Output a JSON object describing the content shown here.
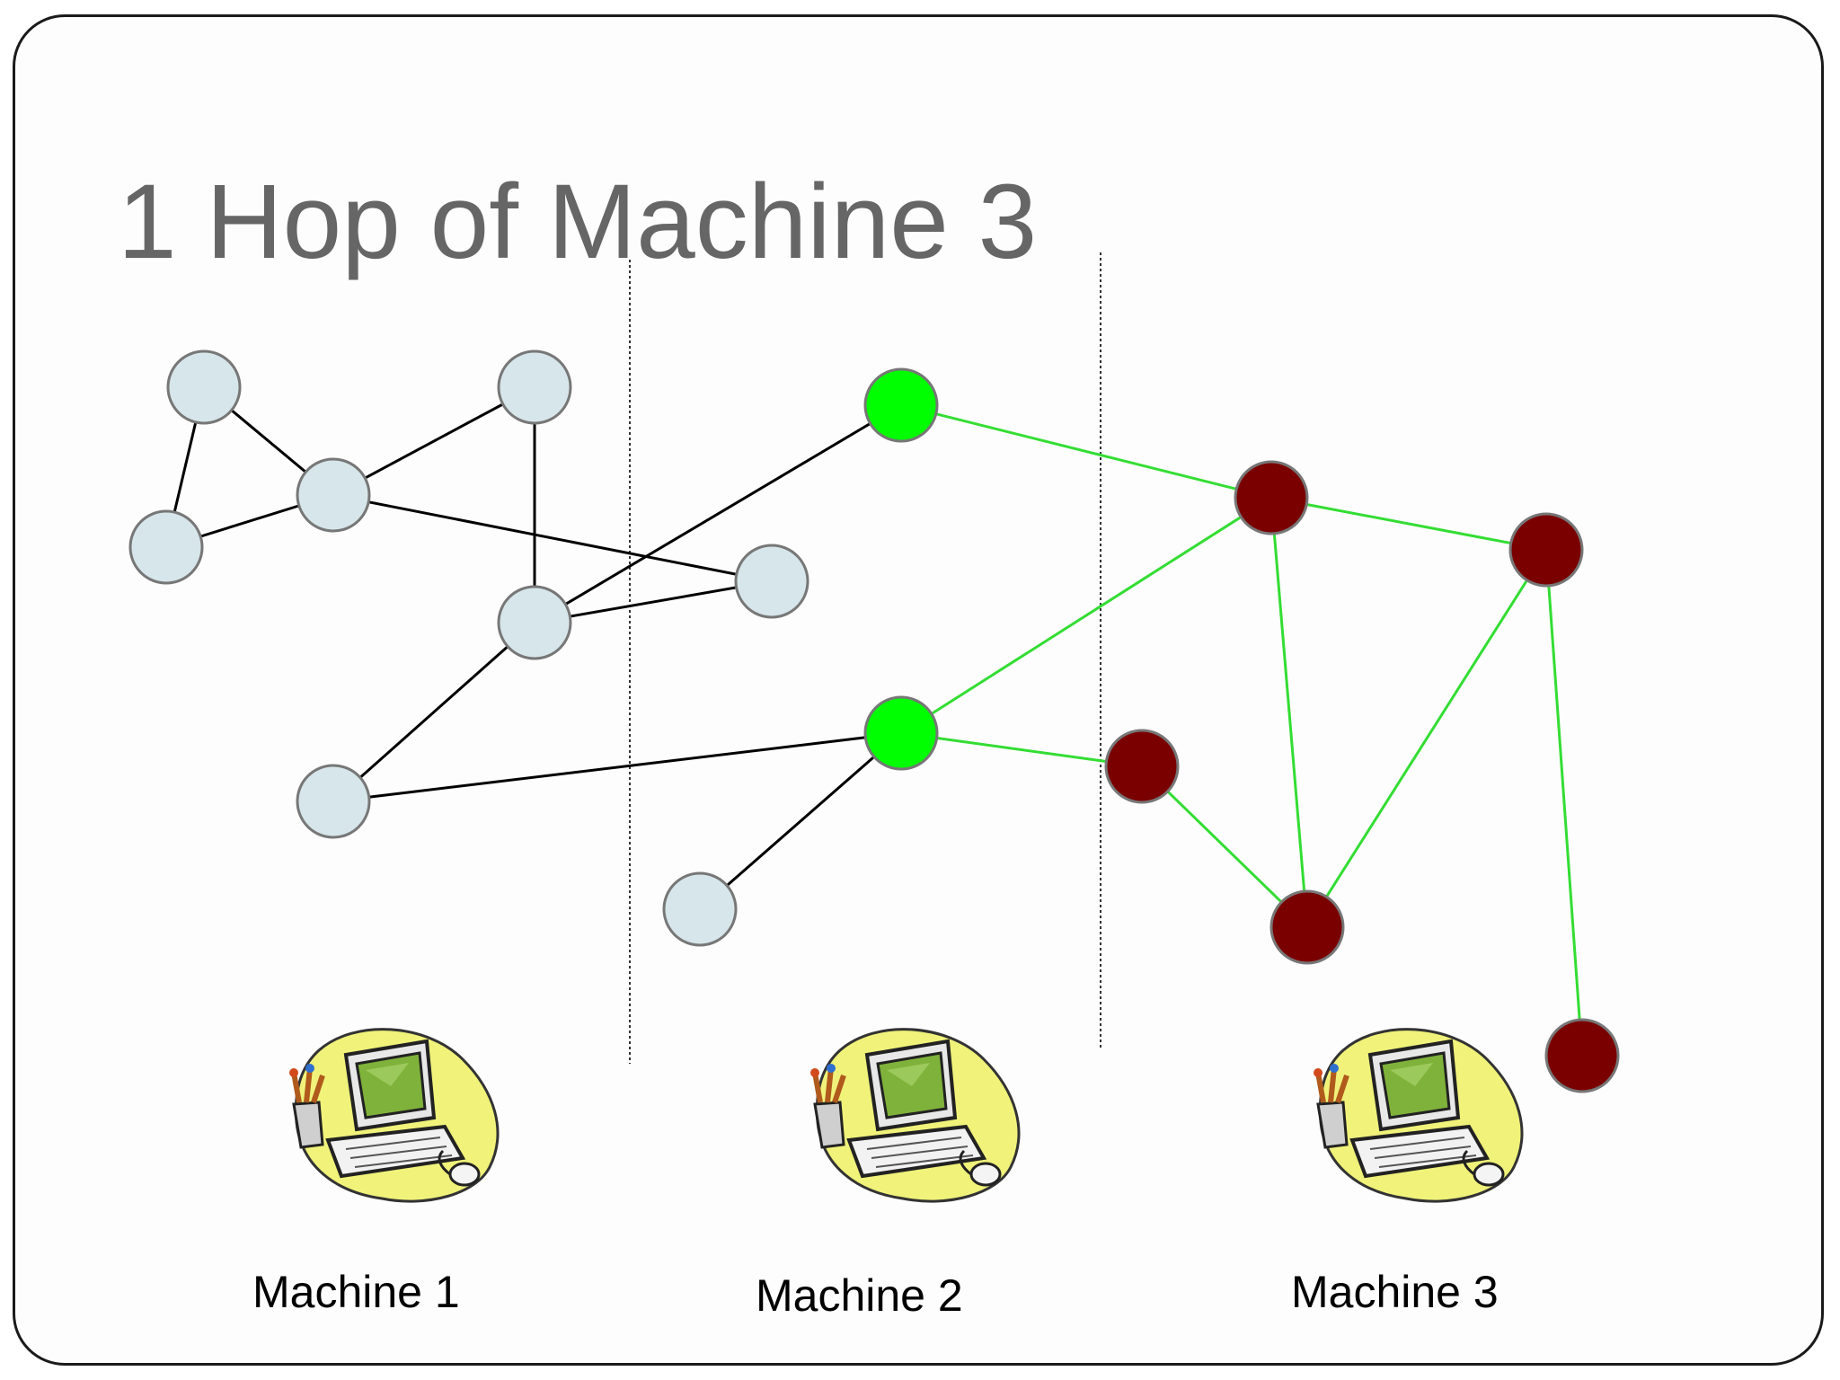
{
  "slide": {
    "title": "1 Hop of Machine 3"
  },
  "machines": [
    {
      "label": "Machine 1",
      "icon": "computer-clipart-icon"
    },
    {
      "label": "Machine 2",
      "icon": "computer-clipart-icon"
    },
    {
      "label": "Machine 3",
      "icon": "computer-clipart-icon"
    }
  ],
  "colors": {
    "default_node": "#d6e6ea",
    "one_hop_node": "#00ff00",
    "machine3_node": "#7a0000",
    "default_edge": "#000000",
    "one_hop_edge": "#33dd33",
    "node_border": "#777777"
  },
  "graph": {
    "nodes": [
      {
        "id": "n1",
        "kind": "default"
      },
      {
        "id": "n2",
        "kind": "default"
      },
      {
        "id": "n3",
        "kind": "default"
      },
      {
        "id": "n4",
        "kind": "default"
      },
      {
        "id": "n5",
        "kind": "default"
      },
      {
        "id": "n6",
        "kind": "default"
      },
      {
        "id": "n7",
        "kind": "default"
      },
      {
        "id": "n8",
        "kind": "default"
      },
      {
        "id": "g1",
        "kind": "one_hop"
      },
      {
        "id": "g2",
        "kind": "one_hop"
      },
      {
        "id": "r1",
        "kind": "machine3"
      },
      {
        "id": "r2",
        "kind": "machine3"
      },
      {
        "id": "r3",
        "kind": "machine3"
      },
      {
        "id": "r4",
        "kind": "machine3"
      },
      {
        "id": "r5",
        "kind": "machine3"
      }
    ],
    "edges": [
      {
        "from": "n1",
        "to": "n3",
        "kind": "default"
      },
      {
        "from": "n1",
        "to": "n4",
        "kind": "default"
      },
      {
        "from": "n3",
        "to": "n4",
        "kind": "default"
      },
      {
        "from": "n3",
        "to": "n2",
        "kind": "default"
      },
      {
        "from": "n3",
        "to": "n6",
        "kind": "default"
      },
      {
        "from": "n2",
        "to": "n5",
        "kind": "default"
      },
      {
        "from": "n5",
        "to": "n6",
        "kind": "default"
      },
      {
        "from": "n5",
        "to": "g1",
        "kind": "default"
      },
      {
        "from": "n5",
        "to": "n7",
        "kind": "default"
      },
      {
        "from": "n7",
        "to": "g2",
        "kind": "default"
      },
      {
        "from": "g2",
        "to": "n8",
        "kind": "default"
      },
      {
        "from": "g1",
        "to": "r1",
        "kind": "one_hop"
      },
      {
        "from": "g2",
        "to": "r1",
        "kind": "one_hop"
      },
      {
        "from": "g2",
        "to": "r3",
        "kind": "one_hop"
      },
      {
        "from": "r1",
        "to": "r2",
        "kind": "one_hop"
      },
      {
        "from": "r1",
        "to": "r4",
        "kind": "one_hop"
      },
      {
        "from": "r3",
        "to": "r4",
        "kind": "one_hop"
      },
      {
        "from": "r2",
        "to": "r4",
        "kind": "one_hop"
      },
      {
        "from": "r2",
        "to": "r5",
        "kind": "one_hop"
      }
    ]
  }
}
